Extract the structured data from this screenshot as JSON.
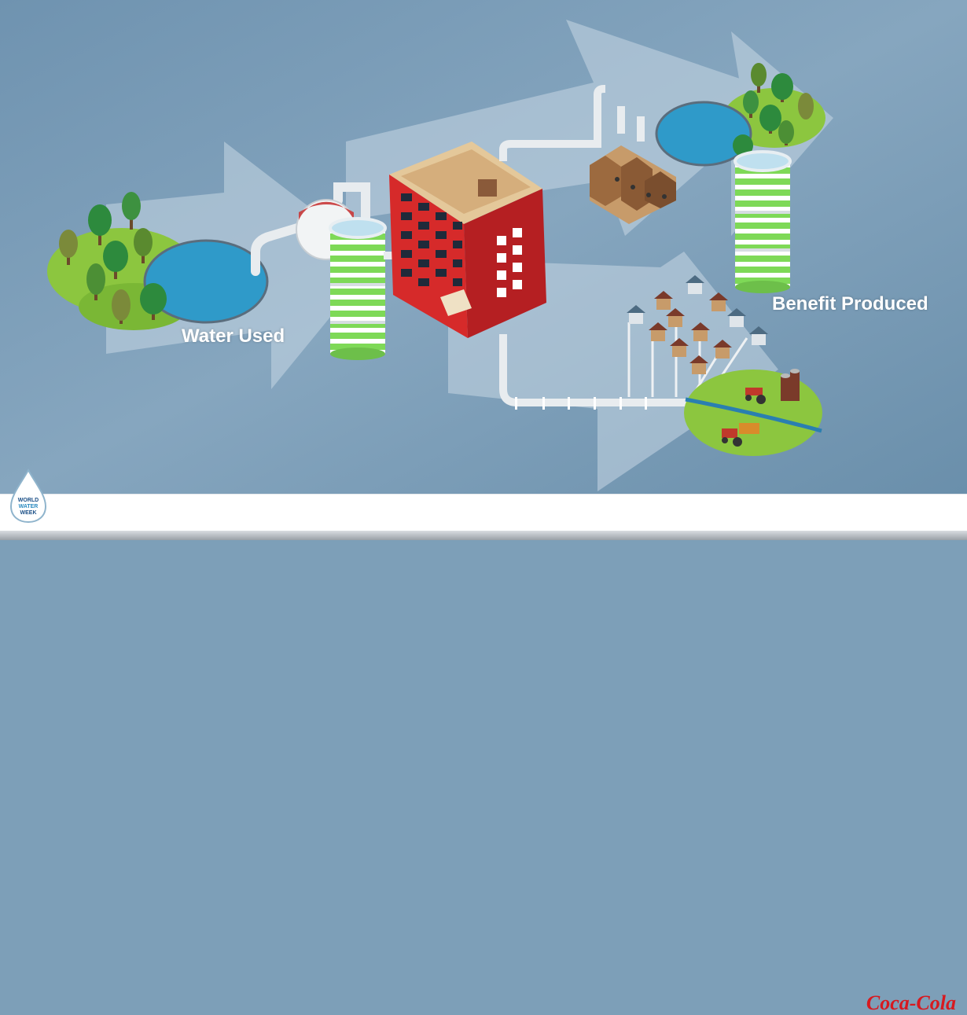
{
  "labels": {
    "water_used": "Water Used",
    "benefit_produced": "Benefit Produced"
  },
  "footer": {
    "left_logo_text": "WORLD WATER WEEK",
    "right_logo_text": "Coca-Cola"
  },
  "colors": {
    "background": "#7d9fb8",
    "arrow": "#b6cbdb",
    "lake": "#2f9ac9",
    "grass": "#8cc63f",
    "building_red": "#d62a2a",
    "tank_green": "#7ed957",
    "pipe": "#e8ecef",
    "factory": "#c79b6a"
  },
  "icons": [
    "water-drop-icon",
    "tree-icon",
    "house-icon",
    "tractor-icon",
    "silo-icon"
  ]
}
